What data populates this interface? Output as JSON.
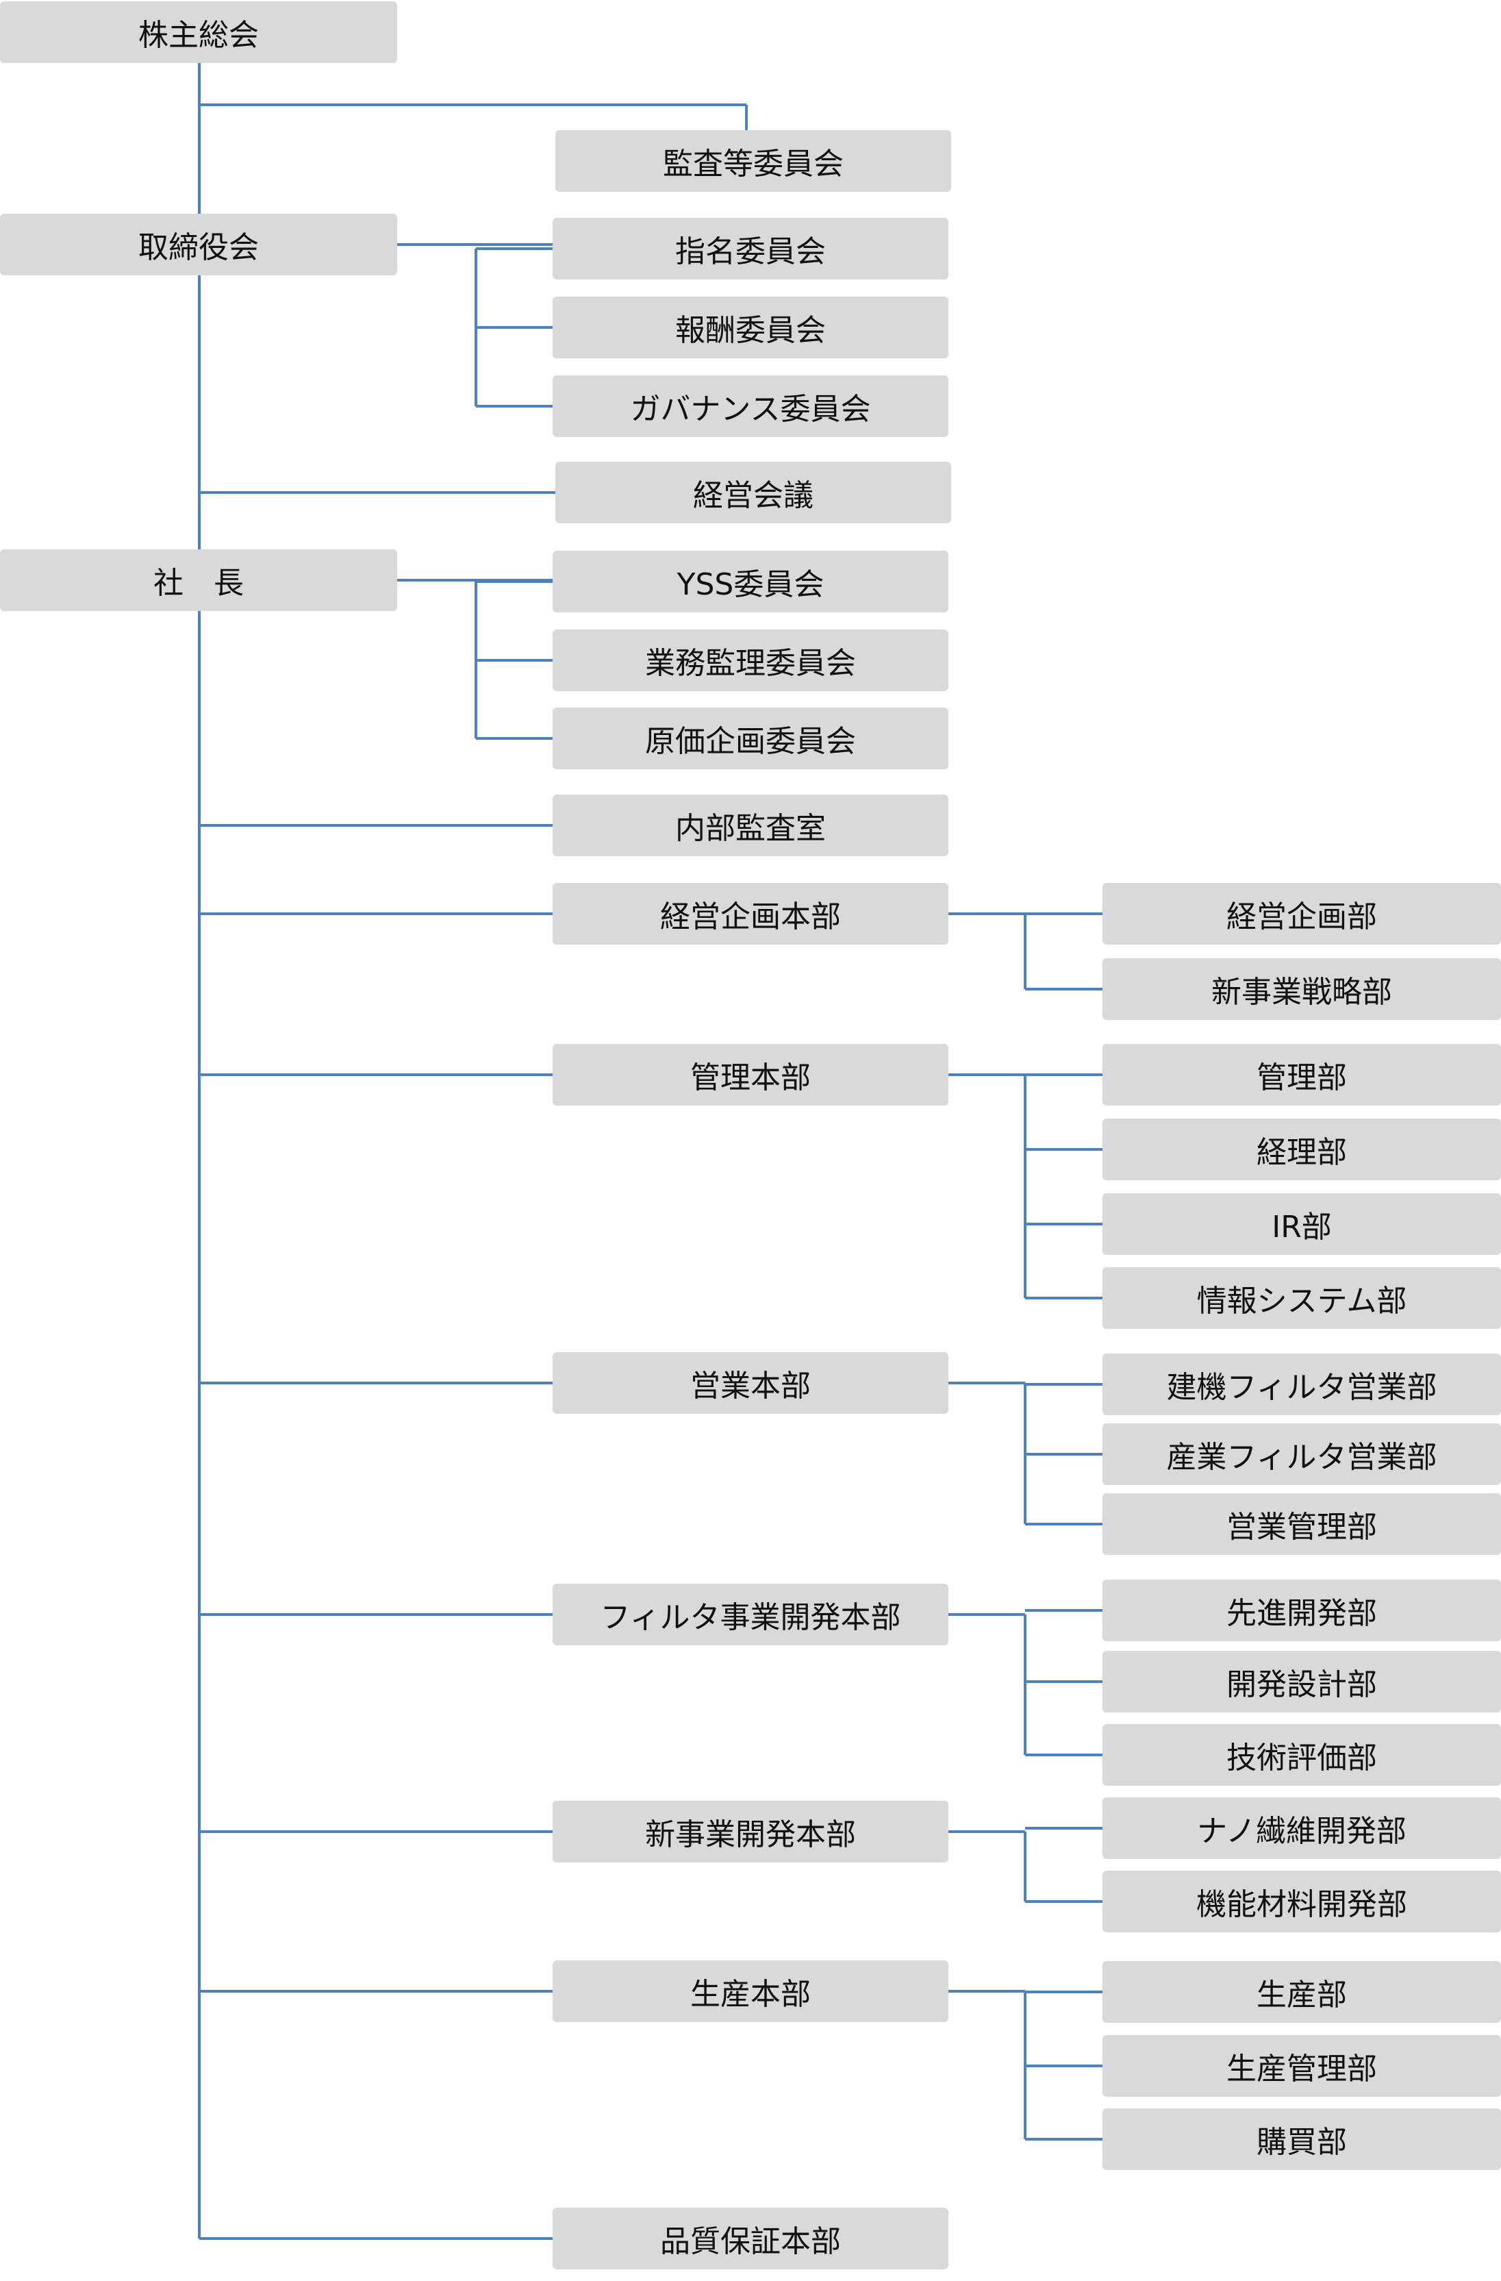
{
  "chart": {
    "top": [
      {
        "id": "shareholders",
        "label": "株主総会"
      },
      {
        "id": "board",
        "label": "取締役会"
      },
      {
        "id": "president",
        "label": "社　長"
      }
    ],
    "audit_committee": "監査等委員会",
    "board_committees": [
      "指名委員会",
      "報酬委員会",
      "ガバナンス委員会"
    ],
    "management_meeting": "経営会議",
    "president_committees": [
      "YSS委員会",
      "業務監理委員会",
      "原価企画委員会"
    ],
    "internal_audit": "内部監査室",
    "divisions": [
      {
        "label": "経営企画本部",
        "depts": [
          "経営企画部",
          "新事業戦略部"
        ]
      },
      {
        "label": "管理本部",
        "depts": [
          "管理部",
          "経理部",
          "IR部",
          "情報システム部"
        ]
      },
      {
        "label": "営業本部",
        "depts": [
          "建機フィルタ営業部",
          "産業フィルタ営業部",
          "営業管理部"
        ]
      },
      {
        "label": "フィルタ事業開発本部",
        "depts": [
          "先進開発部",
          "開発設計部",
          "技術評価部"
        ]
      },
      {
        "label": "新事業開発本部",
        "depts": [
          "ナノ繊維開発部",
          "機能材料開発部"
        ]
      },
      {
        "label": "生産本部",
        "depts": [
          "生産部",
          "生産管理部",
          "購買部"
        ]
      },
      {
        "label": "品質保証本部",
        "depts": []
      }
    ]
  }
}
